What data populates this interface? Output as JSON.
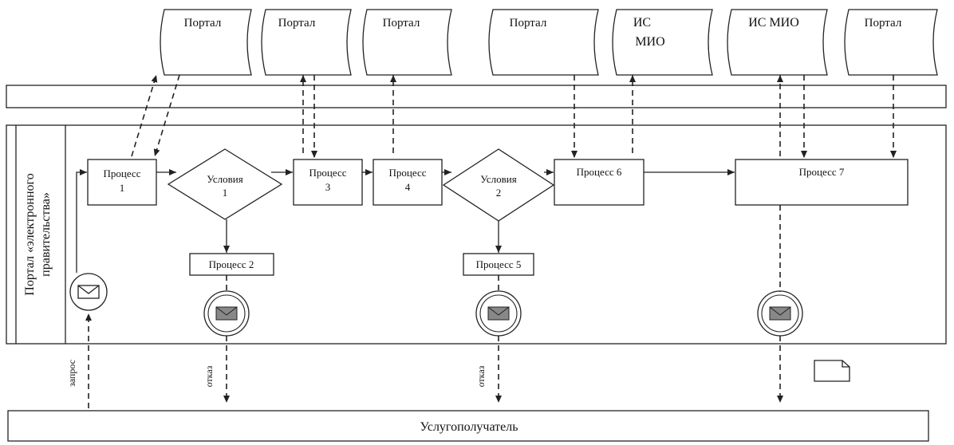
{
  "data_stores": [
    {
      "label": "Портал"
    },
    {
      "label": "Портал"
    },
    {
      "label": "Портал"
    },
    {
      "label": "Портал"
    },
    {
      "label": "ИС",
      "label2": "МИО"
    },
    {
      "label": "ИС МИО"
    },
    {
      "label": "Портал"
    }
  ],
  "lane": {
    "line1": "Портал «электронного",
    "line2": "правительства»"
  },
  "processes": {
    "p1": {
      "line1": "Процесс",
      "line2": "1"
    },
    "p2": {
      "label": "Процесс 2"
    },
    "p3": {
      "line1": "Процесс",
      "line2": "3"
    },
    "p4": {
      "line1": "Процесс",
      "line2": "4"
    },
    "p5": {
      "label": "Процесс 5"
    },
    "p6": {
      "label": "Процесс 6"
    },
    "p7": {
      "label": "Процесс 7"
    }
  },
  "conditions": {
    "c1": {
      "line1": "Условия",
      "line2": "1"
    },
    "c2": {
      "line1": "Условия",
      "line2": "2"
    }
  },
  "flow_labels": {
    "request": "запрос",
    "refusal1": "отказ",
    "refusal2": "отказ"
  },
  "recipient": {
    "label": "Услугополучатель"
  },
  "icons": {
    "message": "envelope-icon",
    "document": "document-icon"
  }
}
